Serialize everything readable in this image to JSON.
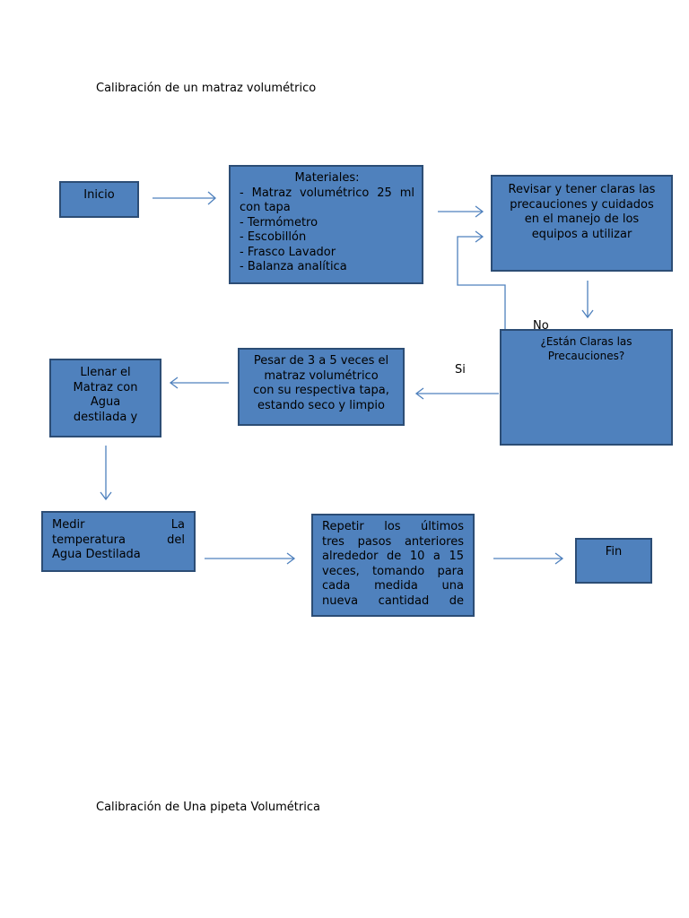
{
  "headings": {
    "title1": "Calibración de un matraz volumétrico",
    "title2": "Calibración de Una pipeta Volumétrica"
  },
  "boxes": {
    "inicio": "Inicio",
    "materiales": [
      "Materiales:",
      "- Matraz volumétrico 25 ml",
      "con tapa",
      "- Termómetro",
      "- Escobillón",
      "- Frasco Lavador",
      "- Balanza analítica"
    ],
    "revisar": [
      "Revisar y tener claras las",
      "precauciones y cuidados",
      "en el manejo de los",
      "equipos a utilizar"
    ],
    "estan": [
      "¿Están Claras las",
      "Precauciones?"
    ],
    "pesar": [
      "Pesar de 3 a 5 veces el",
      "matraz volumétrico",
      "con su respectiva tapa,",
      "estando seco y limpio"
    ],
    "llenar": [
      "Llenar el",
      "Matraz con",
      "Agua",
      "destilada y"
    ],
    "medir": [
      "Medir La",
      "temperatura del",
      "Agua Destilada"
    ],
    "repetir": [
      "Repetir los últimos",
      "tres pasos anteriores",
      "alrededor de 10 a 15",
      "veces, tomando para",
      "cada medida una",
      "nueva cantidad de"
    ],
    "fin": "Fin"
  },
  "labels": {
    "no": "No",
    "si": "Si"
  },
  "colors": {
    "box_fill": "#4f81bd",
    "box_border": "#2c4d75",
    "connector": "#4f81bd"
  }
}
